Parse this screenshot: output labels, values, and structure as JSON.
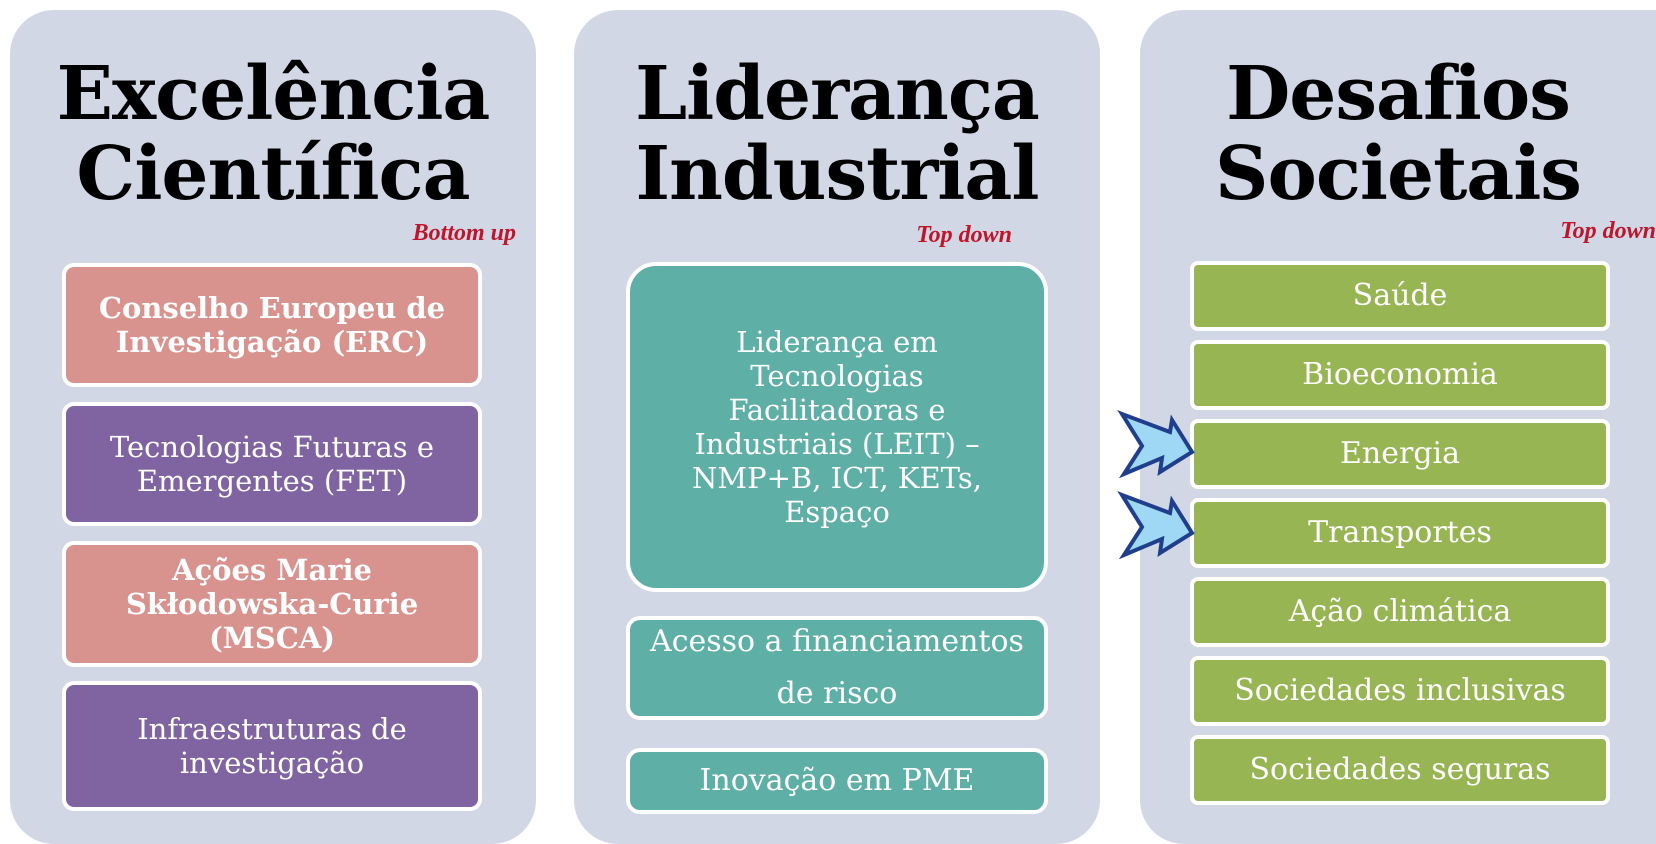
{
  "columns": [
    {
      "title_line1": "Excelência",
      "title_line2": "Científica",
      "tag": "Bottom up",
      "boxes": [
        {
          "line1": "Conselho Europeu de",
          "line2": "Investigação (ERC)"
        },
        {
          "line1": "Tecnologias Futuras e",
          "line2": "Emergentes (FET)"
        },
        {
          "line1": "Ações Marie",
          "line2": "Skłodowska-Curie",
          "line3": "(MSCA)"
        },
        {
          "line1": "Infraestruturas de",
          "line2": "investigação"
        }
      ]
    },
    {
      "title_line1": "Liderança",
      "title_line2": "Industrial",
      "tag": "Top down",
      "boxes": [
        {
          "line1": "Liderança em",
          "line2": "Tecnologias",
          "line3": "Facilitadoras e",
          "line4": "Industriais (LEIT) –",
          "line5": "NMP+B, ICT, KETs,",
          "line6": "Espaço"
        },
        {
          "line1": "Acesso a financiamentos",
          "line2": "de risco"
        },
        {
          "line1": "Inovação em PME"
        }
      ]
    },
    {
      "title_line1": "Desafios",
      "title_line2": "Societais",
      "tag": "Top down",
      "boxes": [
        {
          "line1": "Saúde"
        },
        {
          "line1": "Bioeconomia"
        },
        {
          "line1": "Energia",
          "highlighted": true
        },
        {
          "line1": "Transportes",
          "highlighted": true
        },
        {
          "line1": "Ação climática"
        },
        {
          "line1": "Sociedades inclusivas"
        },
        {
          "line1": "Sociedades seguras"
        }
      ]
    }
  ],
  "colors": {
    "panel": "#d2d7e6",
    "pink": "#d9938f",
    "purple": "#8064a2",
    "teal": "#5eafa5",
    "green": "#97b552",
    "tag": "#c0142a",
    "arrow": "#9fd8f4"
  },
  "icons": {
    "pointer_arrow": "arrow-pointer-icon"
  }
}
